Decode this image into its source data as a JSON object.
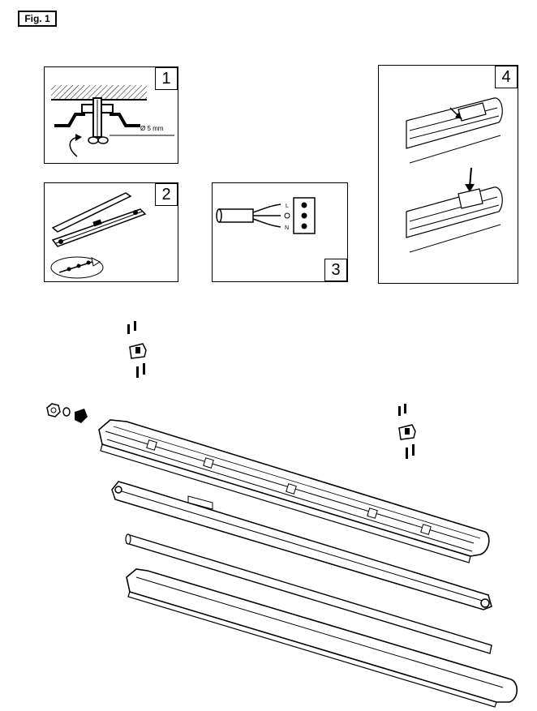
{
  "figure": {
    "label": "Fig. 1"
  },
  "steps": [
    {
      "number": "1",
      "dimension_label": "Ø 5 mm"
    },
    {
      "number": "2"
    },
    {
      "number": "3"
    },
    {
      "number": "4"
    }
  ]
}
